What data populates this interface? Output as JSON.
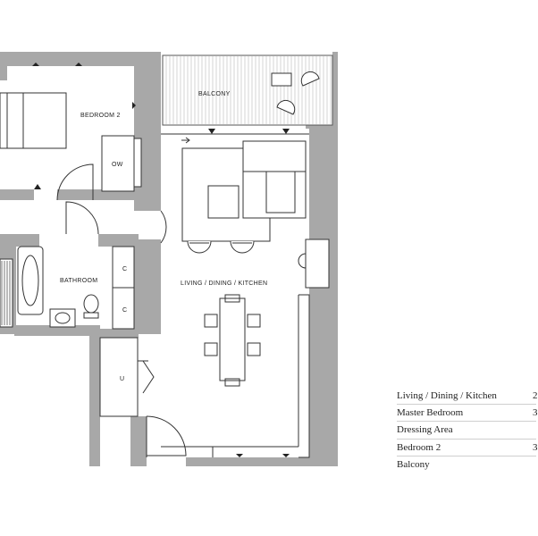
{
  "rooms": {
    "bedroom2": "BEDROOM 2",
    "balcony": "BALCONY",
    "bathroom": "BATHROOM",
    "living": "LIVING / DINING / KITCHEN",
    "ow": "OW",
    "cupboard1": "C",
    "cupboard2": "C",
    "utility": "U"
  },
  "legend": [
    {
      "name": "Living / Dining / Kitchen",
      "value": "2"
    },
    {
      "name": "Master Bedroom",
      "value": "3"
    },
    {
      "name": "Dressing Area",
      "value": ""
    },
    {
      "name": "Bedroom 2",
      "value": "3"
    },
    {
      "name": "Balcony",
      "value": ""
    }
  ],
  "colors": {
    "wall": "#a8a8a8",
    "line": "#333333",
    "divider": "#cfcfcf"
  }
}
